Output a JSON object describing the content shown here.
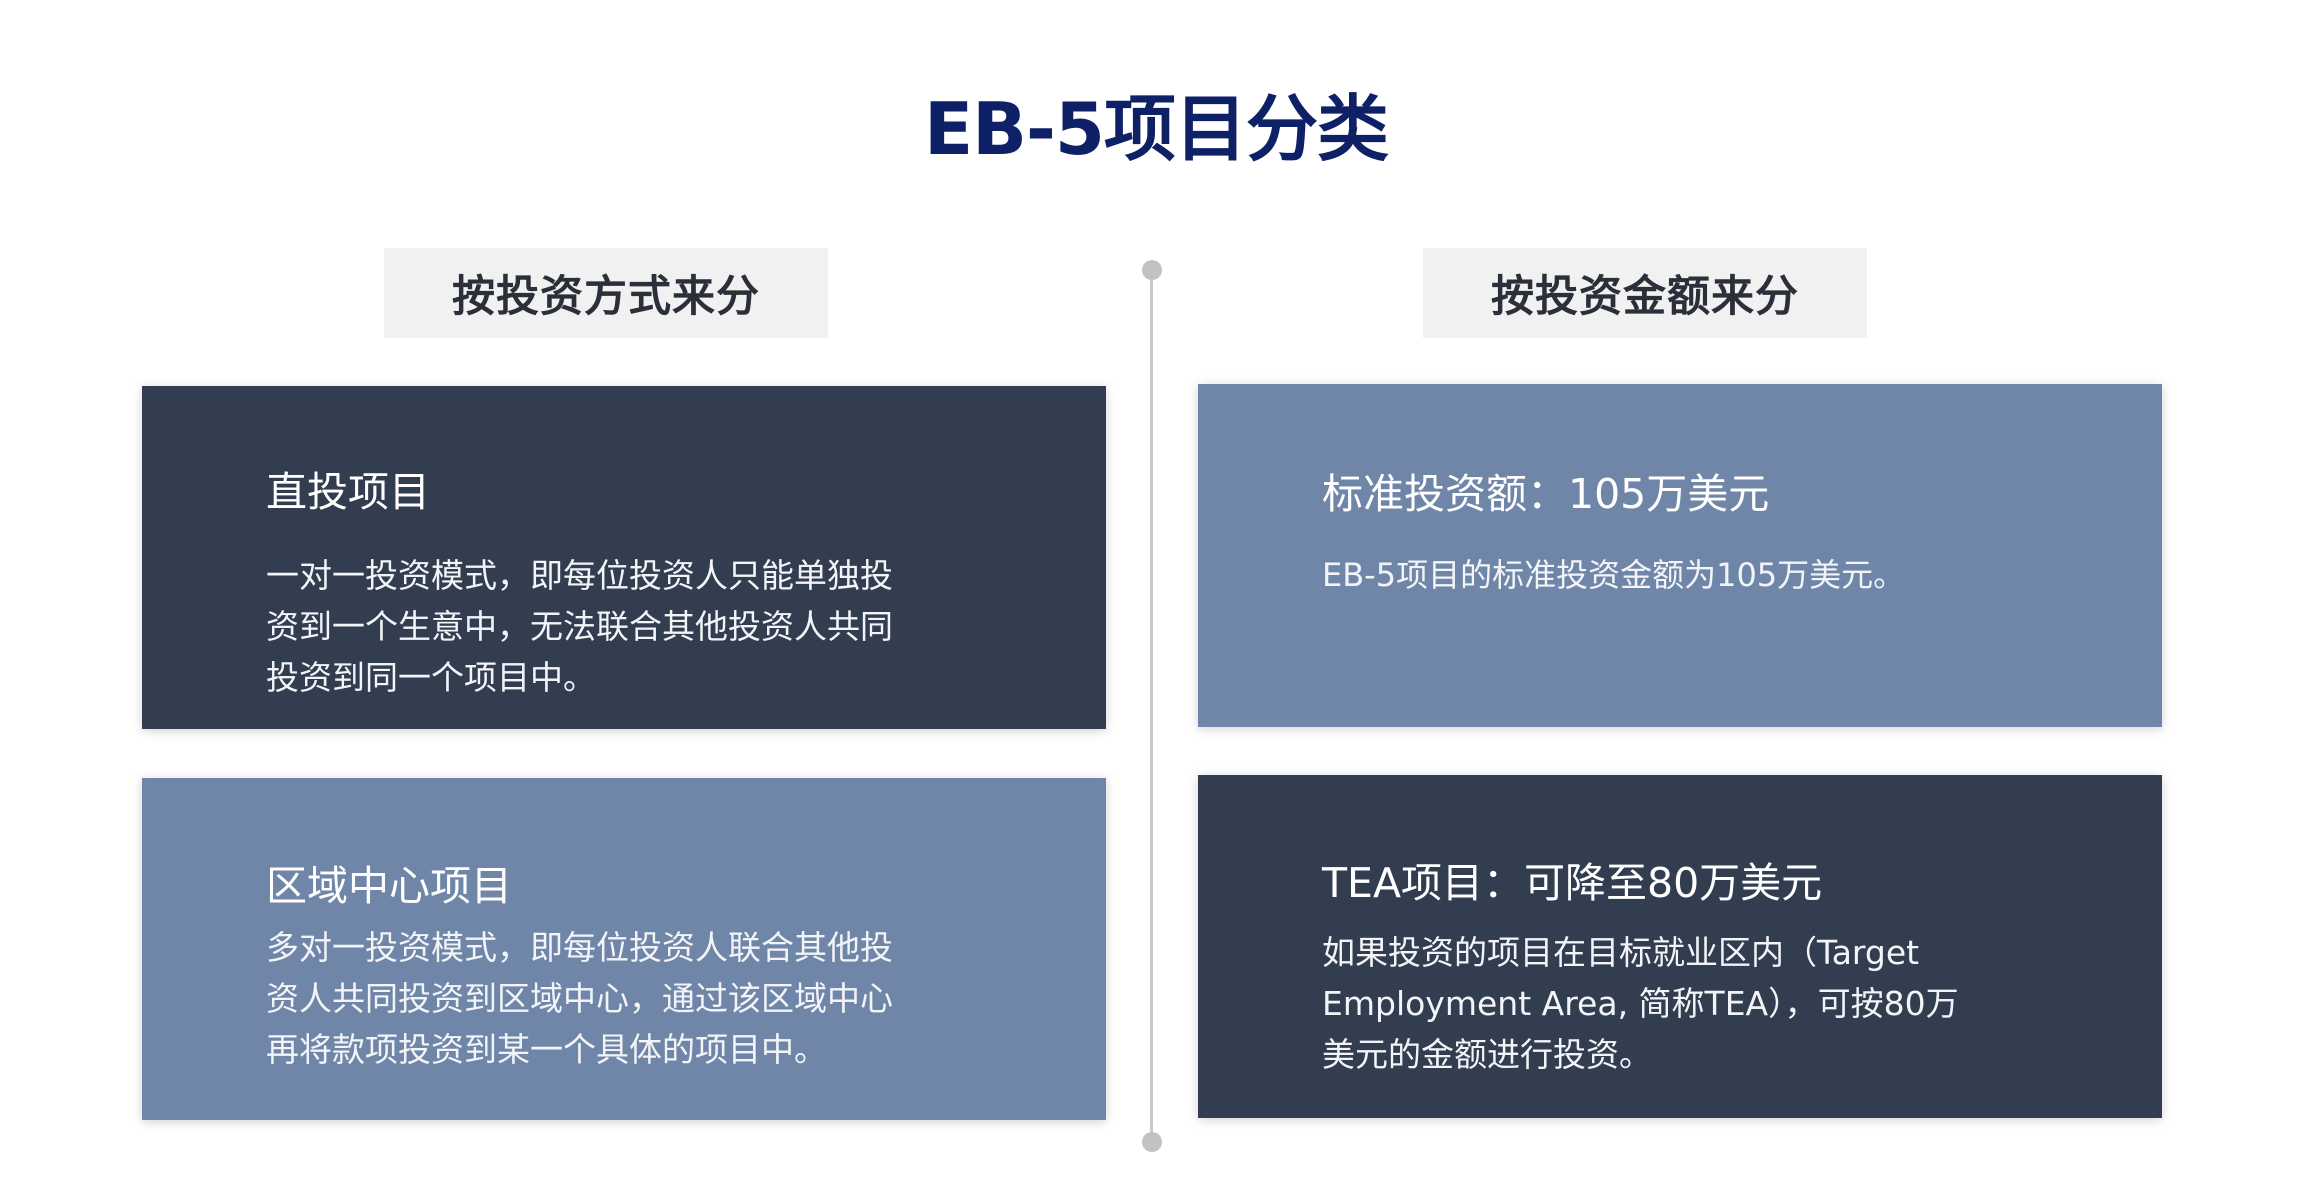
{
  "page": {
    "title": "EB-5项目分类",
    "title_color": "#0f2166"
  },
  "columns": {
    "left": {
      "label": "按投资方式来分"
    },
    "right": {
      "label": "按投资金额来分"
    }
  },
  "colors": {
    "dark_card": "#323d50",
    "blue_card": "#7086a8",
    "label_bg": "#f1f1f1",
    "divider": "#c9c9c9"
  },
  "cards": {
    "direct": {
      "title": "直投项目",
      "body_lines": [
        "一对一投资模式，即每位投资人只能单独投",
        "资到一个生意中，无法联合其他投资人共同",
        "投资到同一个项目中。"
      ]
    },
    "regional": {
      "title": "区域中心项目",
      "body_lines": [
        "多对一投资模式，即每位投资人联合其他投",
        "资人共同投资到区域中心，通过该区域中心",
        "再将款项投资到某一个具体的项目中。"
      ]
    },
    "standard": {
      "title": "标准投资额：105万美元",
      "body_lines": [
        "EB-5项目的标准投资金额为105万美元。"
      ]
    },
    "tea": {
      "title": "TEA项目：可降至80万美元",
      "body_lines": [
        "如果投资的项目在目标就业区内（Target",
        "Employment Area, 简称TEA），可按80万",
        "美元的金额进行投资。"
      ]
    }
  }
}
